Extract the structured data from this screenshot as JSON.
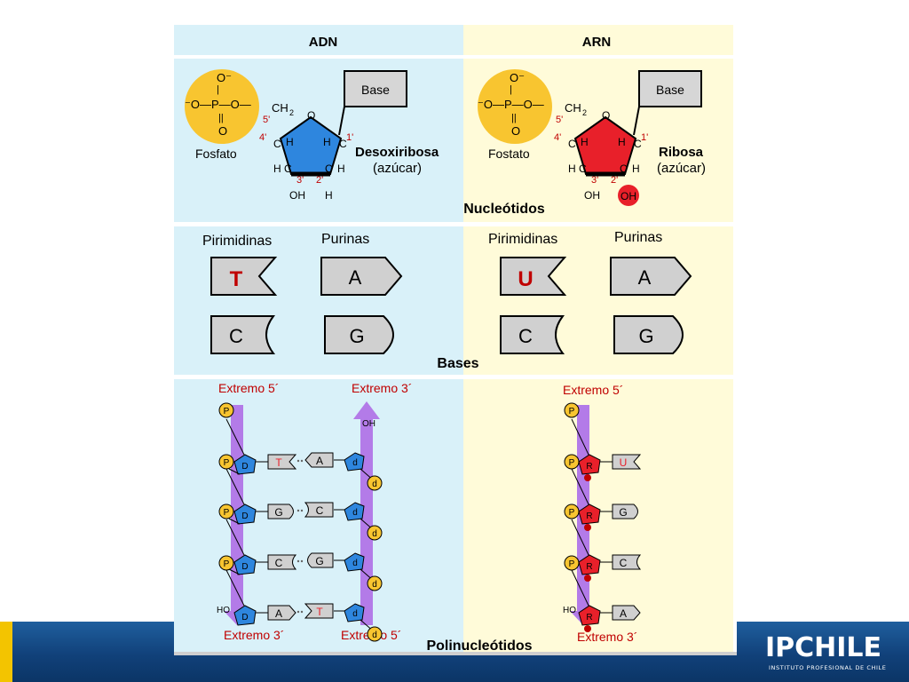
{
  "header": {
    "left": "ADN",
    "right": "ARN"
  },
  "nucleotide": {
    "phosphate_charge": "O⁻",
    "phosphate_left": "⁻O—P—O—",
    "phosphate_o": "O",
    "p_atom": "P",
    "ch2": "CH",
    "ch2_sub": "2",
    "base_box": "Base",
    "c5": "5'",
    "c4": "4'",
    "c1": "1'",
    "c3": "3'",
    "c2": "2'",
    "ring_o": "O",
    "c": "C",
    "h": "H",
    "oh": "OH",
    "dna_phosphate_label": "Fosfato",
    "rna_phosphate_label": "Fostato",
    "dna_sugar": "Desoxiribosa",
    "rna_sugar": "Ribosa",
    "sugar_sub": "(azúcar)",
    "section_label": "Nucleótidos"
  },
  "bases": {
    "pyrimidines": "Pirimidinas",
    "purines": "Purinas",
    "dna_pyr": [
      "T",
      "C"
    ],
    "dna_pur": [
      "A",
      "G"
    ],
    "rna_pyr": [
      "U",
      "C"
    ],
    "rna_pur": [
      "A",
      "G"
    ],
    "section_label": "Bases"
  },
  "polynucleotides": {
    "end5": "Extremo 5´",
    "end3": "Extremo 3´",
    "p": "P",
    "d": "D",
    "r": "R",
    "d_small": "d",
    "oh": "OH",
    "ho": "HO",
    "dna_left_bases": [
      "T",
      "G",
      "C",
      "A"
    ],
    "dna_right_bases": [
      "A",
      "C",
      "G",
      "T"
    ],
    "rna_bases": [
      "U",
      "G",
      "C",
      "A"
    ],
    "section_label": "Polinucleótidos"
  },
  "logo": {
    "name": "IPCHILE",
    "tagline": "INSTITUTO PROFESIONAL DE CHILE"
  },
  "colors": {
    "dna_bg": "#d9f1f9",
    "rna_bg": "#fffbd9",
    "dna_sugar": "#2e86de",
    "rna_sugar": "#e8202a",
    "phosphate": "#f8c530",
    "backbone": "#b37be8"
  }
}
